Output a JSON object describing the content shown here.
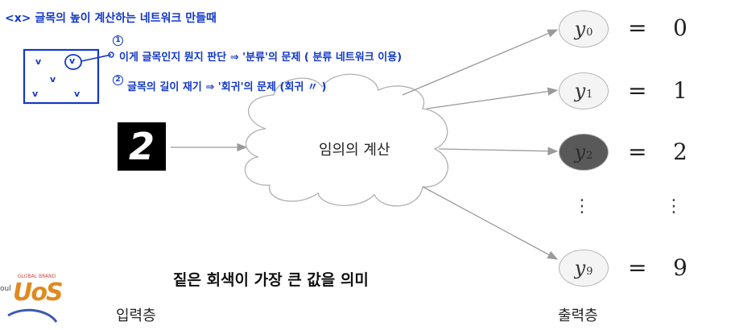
{
  "annotations": {
    "title": "<x> 글목의 높이 계산하는 네트워크 만들때",
    "note1": "이게 글목인지 뭔지 판단 ⇒ '분류'의 문제   ( 분류 네트워크 이용)",
    "note1_mark": "1",
    "note2": "글목의 길이 재기 ⇒ '회귀'의 문제     (회귀     〃          )",
    "note2_mark": "2",
    "box_marks": [
      "v",
      "v",
      "v",
      "v",
      "v"
    ]
  },
  "cloud_label": "임의의 계산",
  "input_label": "입력층",
  "output_label": "출력층",
  "caption": "짙은 회색이 가장 큰 값을 의미",
  "input_digit": "2",
  "outputs": [
    {
      "var": "y",
      "sub": "0",
      "value": "0",
      "highlight": false
    },
    {
      "var": "y",
      "sub": "1",
      "value": "1",
      "highlight": false
    },
    {
      "var": "y",
      "sub": "2",
      "value": "2",
      "highlight": true
    },
    {
      "var": "y",
      "sub": "9",
      "value": "9",
      "highlight": false
    }
  ],
  "equals": "=",
  "ellipsis": "⋮",
  "logo": {
    "text": "UoS",
    "sub": "GLOBAL BRAND",
    "left": "oul"
  }
}
